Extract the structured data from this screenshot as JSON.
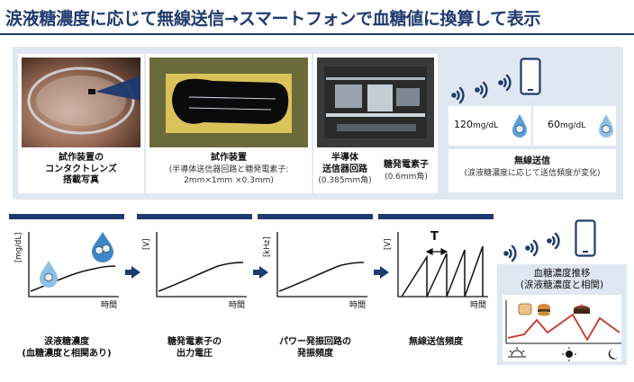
{
  "title": "涙液糖濃度に応じて無線送信→スマートフォンで血糖値に換算して表示",
  "top": {
    "lens_caption": [
      "試作装置の",
      "コンタクトレンズ",
      "搭載写真"
    ],
    "device_caption_title": "試作装置",
    "device_caption_sub": [
      "(半導体送信器回路と糖発電素子:",
      "2mm×1mm ×0.3mm)"
    ],
    "chip_caption_title": [
      "半導体",
      "送信器回路"
    ],
    "chip_caption_sub": "(0.385mm角)",
    "elem_caption_title": "糖発電素子",
    "elem_caption_sub": "(0.6mm角)",
    "conc_high": "120",
    "conc_low": "60",
    "conc_unit": "mg/dL",
    "wireless_title": "無線送信",
    "wireless_sub": "(涙液糖濃度に応じて送信頻度が変化)"
  },
  "steps": [
    {
      "ylabel": "[mg/dL]",
      "xlabel": "時間",
      "label": [
        "涙液糖濃度",
        "(血糖濃度と相関あり)"
      ]
    },
    {
      "ylabel": "[V]",
      "xlabel": "時間",
      "label": [
        "糖発電素子の",
        "出力電圧"
      ]
    },
    {
      "ylabel": "[kHz]",
      "xlabel": "時間",
      "label": [
        "パワー発振回路の",
        "発振頻度"
      ]
    },
    {
      "ylabel": "[V]",
      "xlabel": "時間",
      "label": [
        "無線送信頻度"
      ]
    }
  ],
  "period_label": "T",
  "trend": {
    "title": [
      "血糖濃度推移",
      "(涙液糖濃度と相関)"
    ]
  },
  "icons": [
    "wifi-icon",
    "smartphone-icon",
    "drop-icon",
    "cube-icon",
    "bread-icon",
    "burger-icon",
    "cake-icon",
    "sunrise-icon",
    "sun-icon",
    "moon-icon"
  ],
  "colors": {
    "accent": "#1f3a6e",
    "panel": "#dfe7f1",
    "trend_line": "#c0392b",
    "drop": "#5aa0d8"
  }
}
